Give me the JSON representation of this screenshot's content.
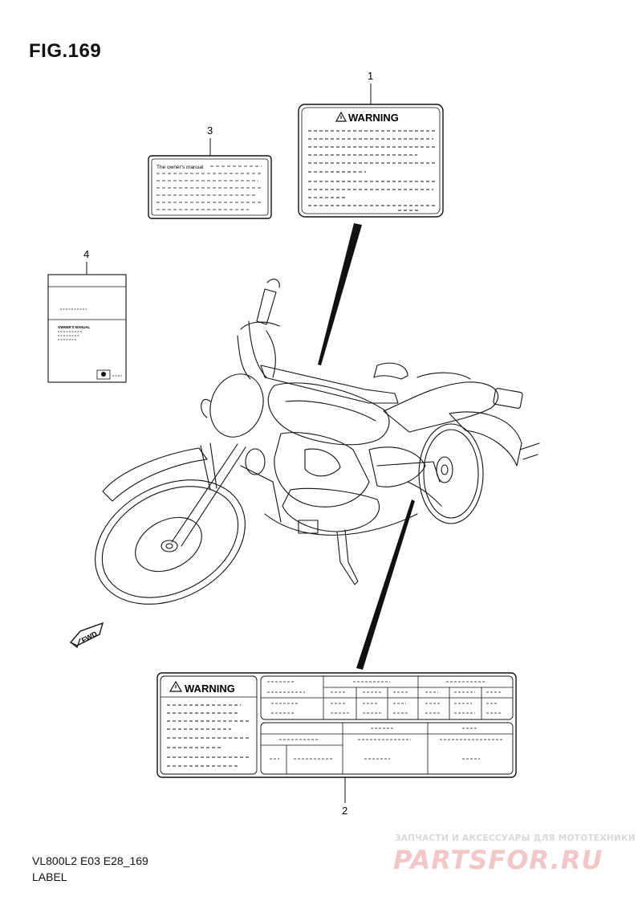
{
  "figure": {
    "title": "FIG.169",
    "model_code": "VL800L2 E03 E28_169",
    "caption": "LABEL"
  },
  "callouts": [
    {
      "number": "1",
      "part": "warning-label-small"
    },
    {
      "number": "2",
      "part": "warning-label-large"
    },
    {
      "number": "3",
      "part": "owners-manual-label"
    },
    {
      "number": "4",
      "part": "owners-manual-book"
    }
  ],
  "labels": {
    "warning_text": "WARNING",
    "owners_manual_line": "The owner's manual",
    "manual_cover_text": "OWNER'S MANUAL",
    "fwd_text": "FWD"
  },
  "watermark": {
    "tagline": "ЗАПЧАСТИ И АКСЕССУАРЫ ДЛЯ МОТОТЕХНИКИ",
    "brand": "PARTSFOR.RU",
    "color": "#f2c7c7"
  },
  "colors": {
    "line": "#111111",
    "background": "#ffffff"
  }
}
